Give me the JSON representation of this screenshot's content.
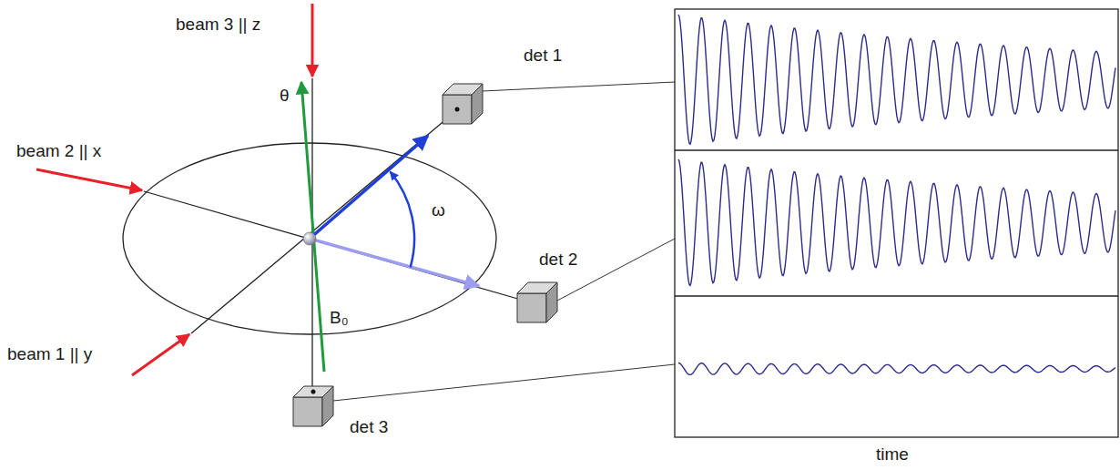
{
  "diagram": {
    "labels": [
      "beam 3 || z",
      "θ",
      "beam 2 || x",
      "det 1",
      "ω",
      "det 2",
      "B₀",
      "beam 1 || y",
      "det 3",
      "time"
    ]
  }
}
